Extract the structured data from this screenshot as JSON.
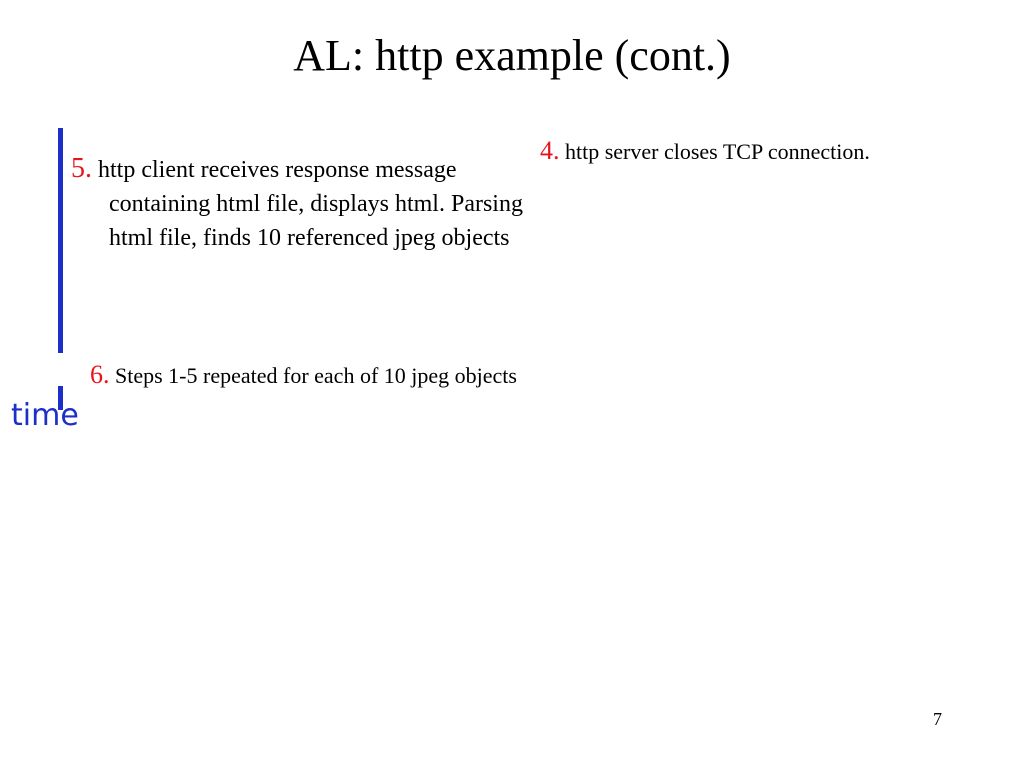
{
  "slide": {
    "title": "AL: http example (cont.)",
    "page_number": "7"
  },
  "steps": [
    {
      "number": "5.",
      "text": "http client receives response message containing html file, displays html.  Parsing html file, finds 10 referenced jpeg  objects"
    },
    {
      "number": "6.",
      "text": "Steps 1-5 repeated for each of 10 jpeg objects"
    },
    {
      "number": "4.",
      "text": "http server closes TCP connection."
    }
  ],
  "timeline": {
    "label": "time"
  },
  "colors": {
    "step_number": "#e8141c",
    "timeline": "#1c2fc8",
    "text": "#000000"
  }
}
